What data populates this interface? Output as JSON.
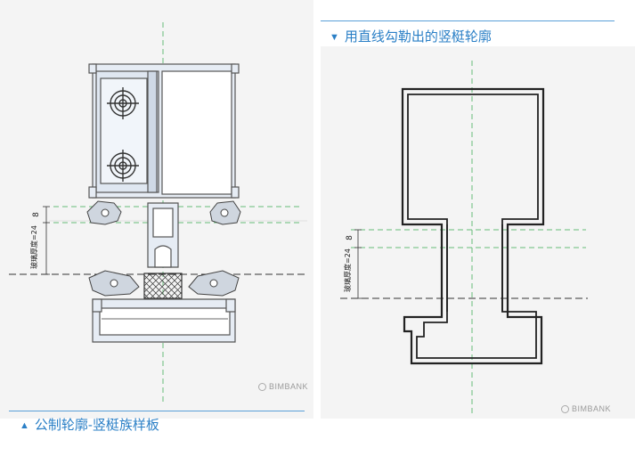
{
  "left_panel": {
    "caption": "公制轮廓-竖梃族样板",
    "caption_marker": "▲",
    "watermark": "BIMBANK",
    "dim_top": "8",
    "dim_side": "玻璃厚度=24"
  },
  "right_panel": {
    "caption": "用直线勾勒出的竖梃轮廓",
    "caption_marker": "▼",
    "watermark": "BIMBANK",
    "dim_top": "8",
    "dim_side": "玻璃厚度=24"
  },
  "colors": {
    "accent": "#2a7fc6",
    "refline": "#66bb77",
    "outline": "#333333",
    "profile_fill": "#e6ecf4"
  }
}
